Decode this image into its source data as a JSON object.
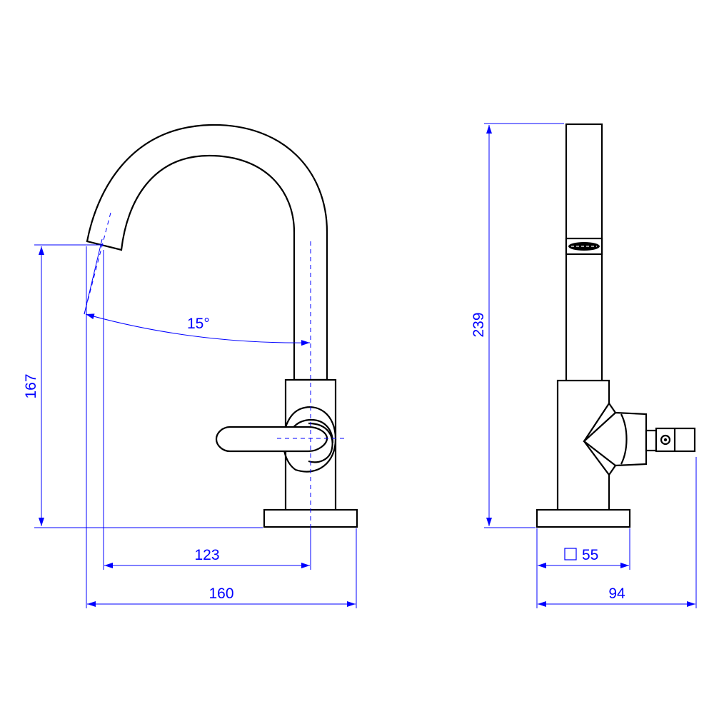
{
  "drawing": {
    "dimensions": {
      "spout_height": "167",
      "spout_reach": "123",
      "total_length": "160",
      "spout_angle": "15°",
      "total_height": "239",
      "base_square": "55",
      "side_depth": "94"
    },
    "colors": {
      "outline": "#000000",
      "dimension": "#0000ff",
      "background": "#ffffff"
    }
  }
}
